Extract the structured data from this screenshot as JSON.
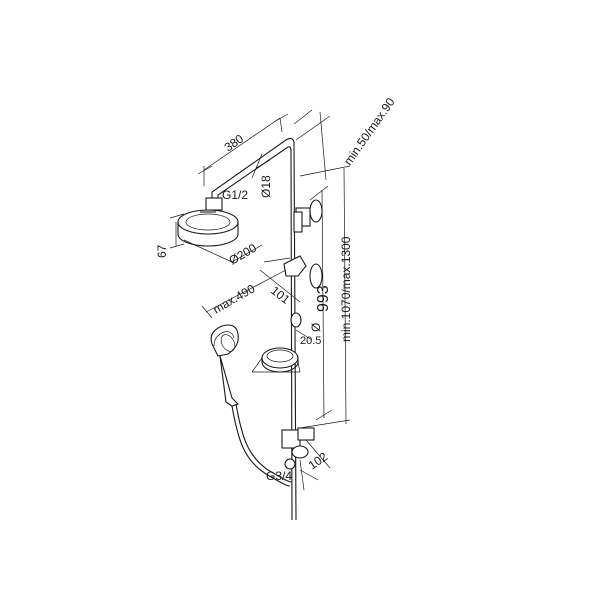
{
  "dimensions": {
    "arm_length": "380",
    "arm_diameter": "Ø18",
    "head_thread": "G1/2",
    "head_height": "67",
    "head_diameter": "Ø200",
    "max_projection": "max.490",
    "holder_offset": "101",
    "rail_length": "993",
    "rail_diameter": "Ø",
    "rail_diameter_value": "20.5",
    "rail_height": "min.1070/max.1300",
    "arm_rise": "min.50/max.90",
    "inlet_thread": "G3/4",
    "inlet_depth": "102"
  }
}
